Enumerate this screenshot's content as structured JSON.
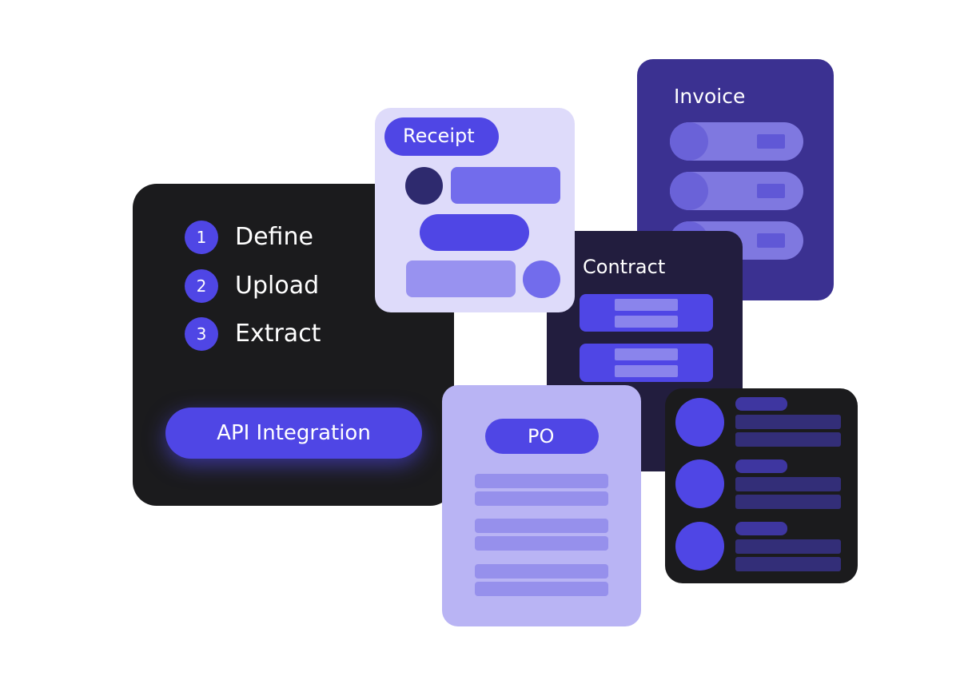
{
  "steps": [
    {
      "number": "1",
      "label": "Define"
    },
    {
      "number": "2",
      "label": "Upload"
    },
    {
      "number": "3",
      "label": "Extract"
    }
  ],
  "api_button_label": "API Integration",
  "cards": {
    "invoice_title": "Invoice",
    "contract_title": "Contract",
    "receipt_title": "Receipt",
    "po_title": "PO"
  },
  "colors": {
    "accent": "#4f46e5",
    "dark_card": "#1b1b1d",
    "invoice_card": "#3b3191",
    "contract_card": "#221d3e",
    "receipt_card": "#dedbfa",
    "po_card": "#b9b4f4"
  }
}
